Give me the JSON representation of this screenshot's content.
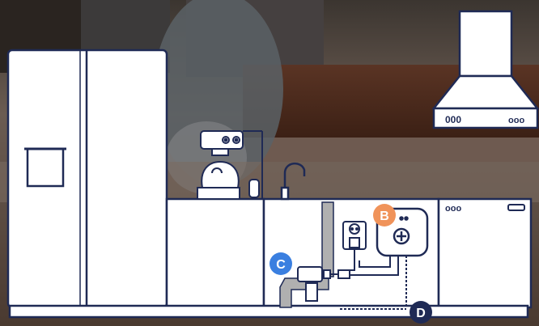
{
  "colors": {
    "outline": "#1f2a55",
    "fill": "#ffffff",
    "marker_b": "#f0935a",
    "marker_c": "#3a7fe0",
    "marker_d": "#1f2a55",
    "pipe": "#a9a9a9"
  },
  "hood_display": {
    "left": "000",
    "right": "ooo"
  },
  "dishwasher_display": {
    "left": "ooo"
  },
  "markers": {
    "b": {
      "label": "B"
    },
    "c": {
      "label": "C"
    },
    "d": {
      "label": "D"
    }
  }
}
